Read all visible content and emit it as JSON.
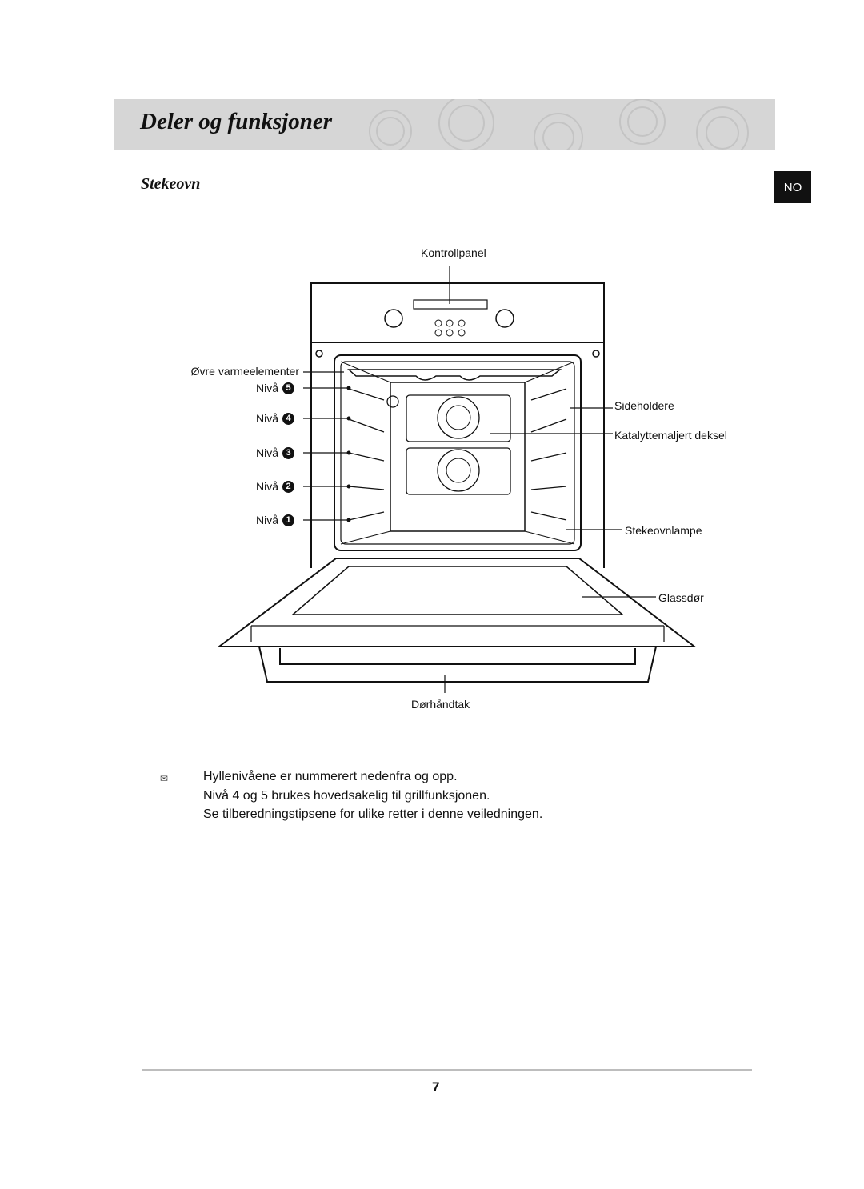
{
  "header": {
    "title": "Deler og funksjoner"
  },
  "section": {
    "title": "Stekeovn",
    "language_badge": "NO"
  },
  "diagram": {
    "labels": {
      "control_panel": "Kontrollpanel",
      "upper_heating": "Øvre varmeelementer",
      "side_rails": "Sideholdere",
      "catalytic_cover": "Katalyttemaljert deksel",
      "oven_lamp": "Stekeovnlampe",
      "glass_door": "Glassdør",
      "door_handle": "Dørhåndtak"
    },
    "levels": [
      {
        "label": "Nivå",
        "number": "5"
      },
      {
        "label": "Nivå",
        "number": "4"
      },
      {
        "label": "Nivå",
        "number": "3"
      },
      {
        "label": "Nivå",
        "number": "2"
      },
      {
        "label": "Nivå",
        "number": "1"
      }
    ]
  },
  "notes": {
    "icon": "note-icon",
    "lines": [
      "Hyllenivåene er nummerert nedenfra og opp.",
      "Nivå 4 og 5 brukes hovedsakelig til grillfunksjonen.",
      "Se tilberedningstipsene for ulike retter i denne veiledningen."
    ]
  },
  "footer": {
    "page_number": "7"
  }
}
